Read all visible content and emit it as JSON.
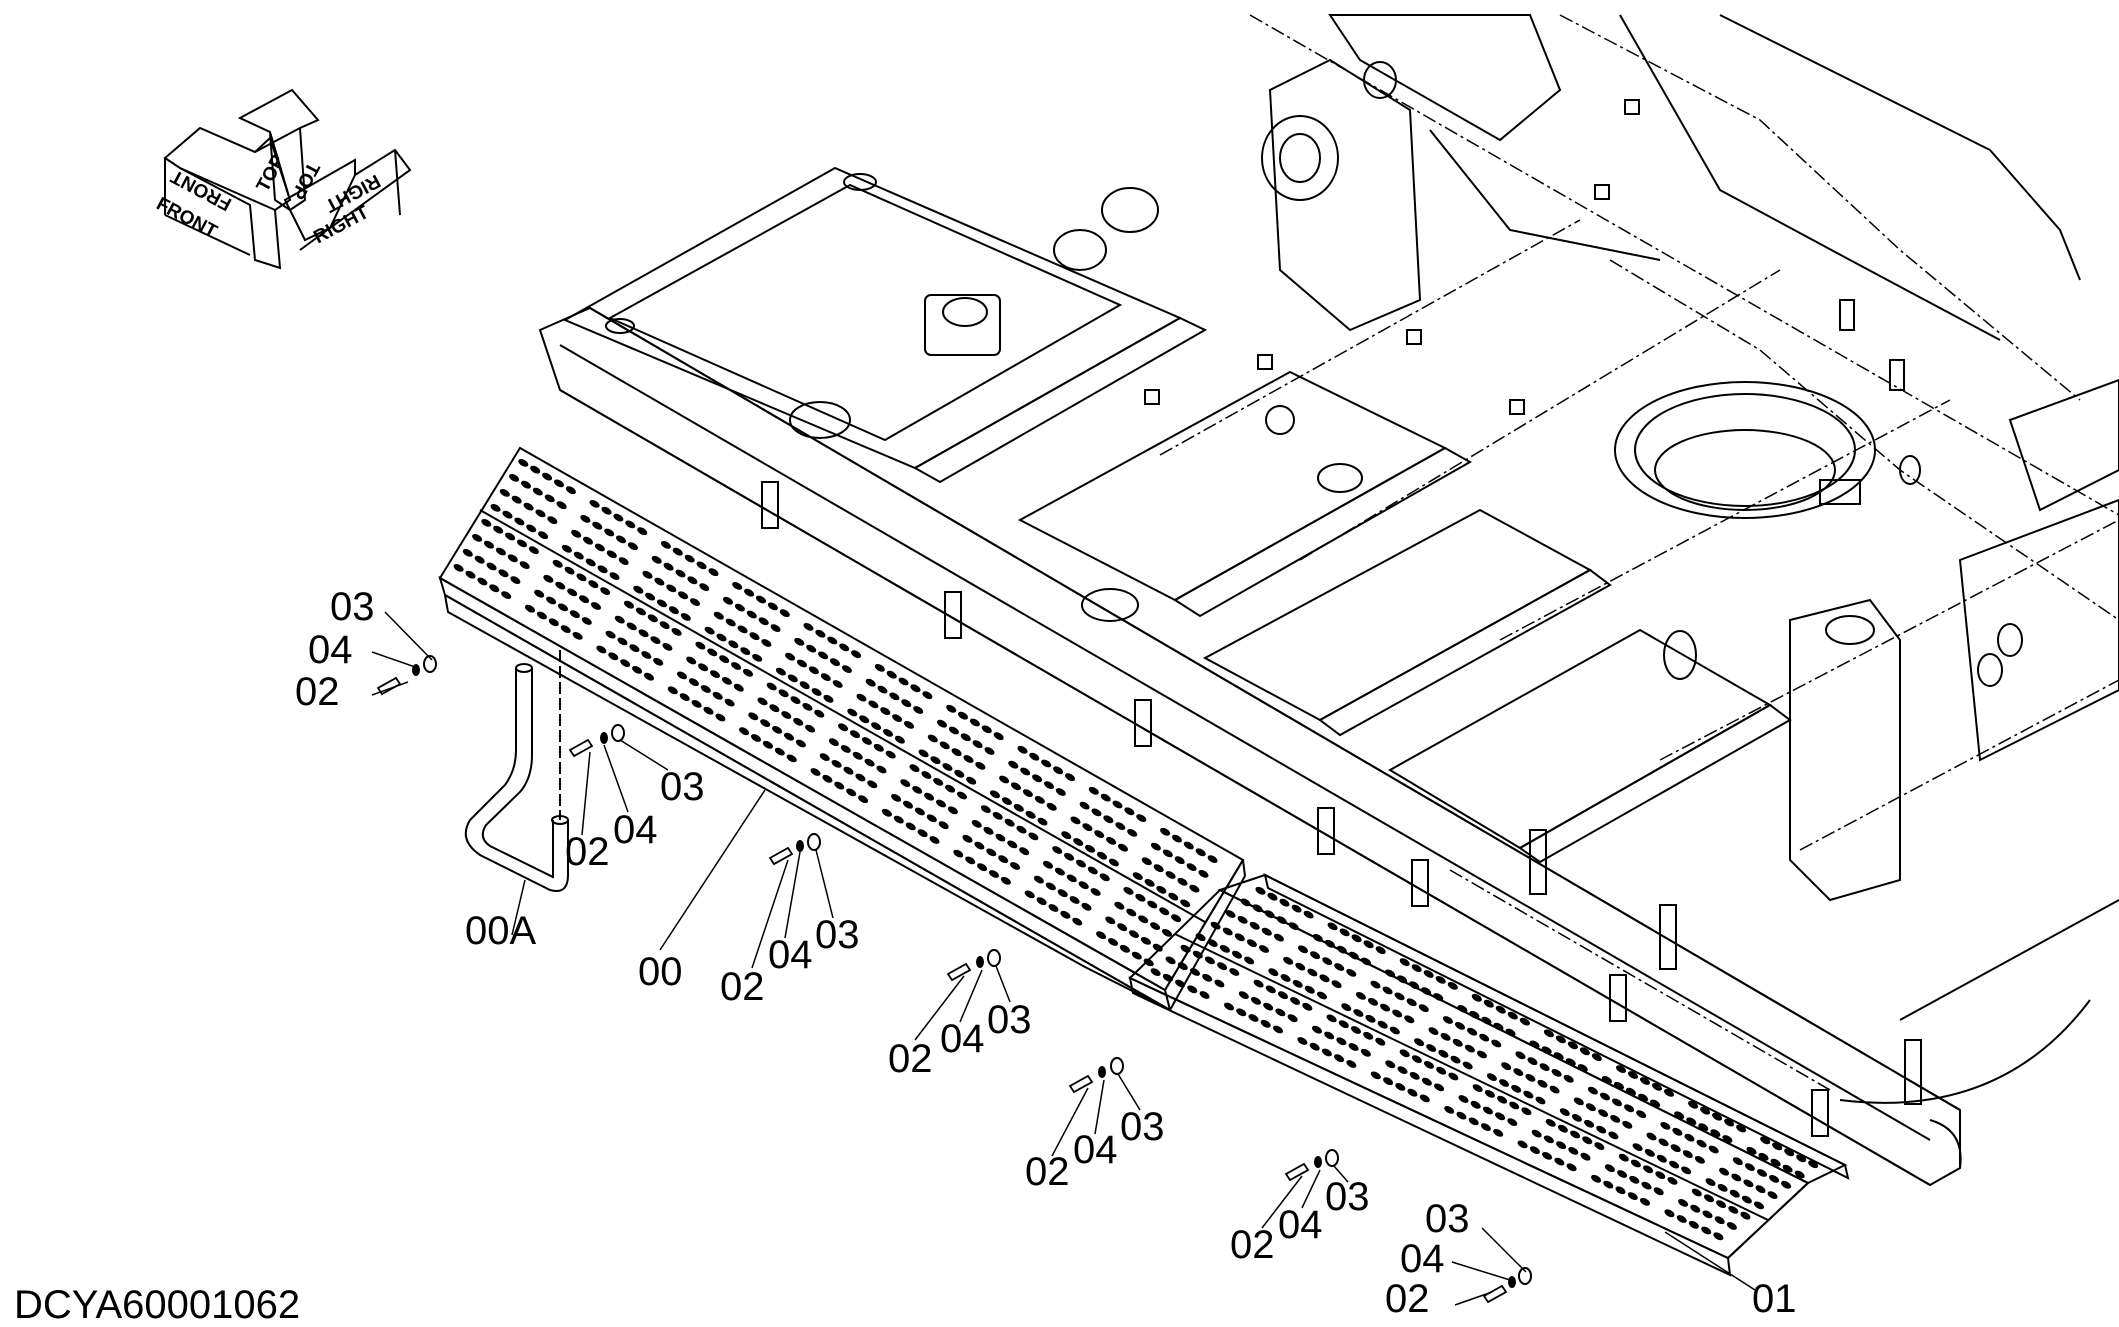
{
  "document_id": "DCYA60001062",
  "orientation": {
    "front": "FRONT",
    "top": "TOP",
    "right": "RIGHT"
  },
  "callouts": {
    "bolt": "02",
    "washer_a": "03",
    "washer_b": "04",
    "step_front": "00",
    "handrail": "00A",
    "step_rear": "01"
  },
  "line_color": "#000000",
  "background": "#ffffff"
}
